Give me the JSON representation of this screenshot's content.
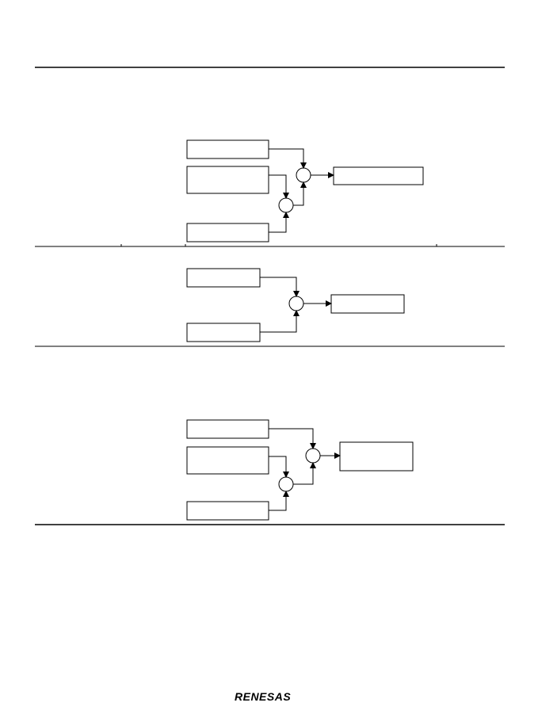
{
  "footer": {
    "logo_text": "RENESAS"
  },
  "diagrams": [
    {
      "name": "address-calc-diagram-1",
      "boxes": 4,
      "adders": 2
    },
    {
      "name": "address-calc-diagram-2",
      "boxes": 3,
      "adders": 1
    },
    {
      "name": "address-calc-diagram-3",
      "boxes": 4,
      "adders": 2
    }
  ]
}
